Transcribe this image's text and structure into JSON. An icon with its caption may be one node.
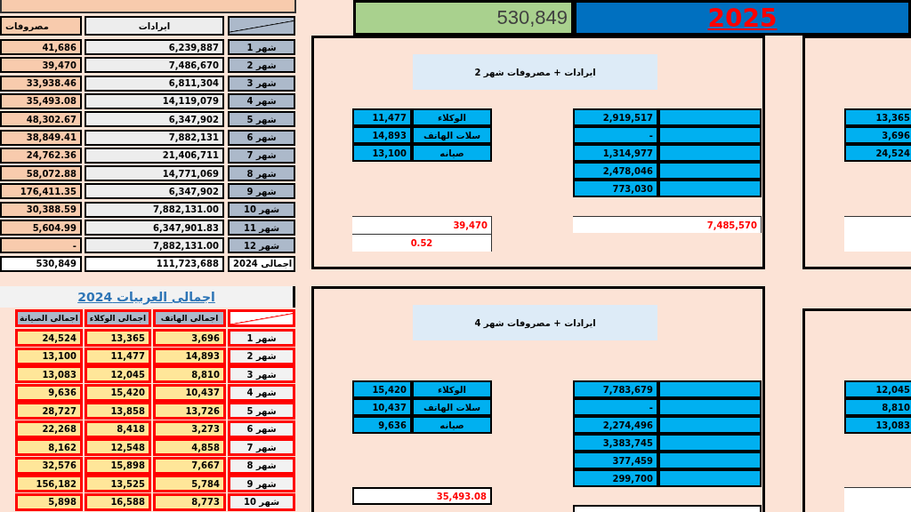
{
  "diagram": {
    "labels": [
      "530,849",
      "2025",
      "ايرادات",
      "مصروفات",
      "شهر 1",
      "6,239,887",
      "41,686",
      "شهر 2",
      "7,486,670",
      "39,470",
      "شهر 3",
      "6,811,304",
      "33,938.46",
      "شهر 4",
      "14,119,079",
      "35,493.08",
      "شهر 5",
      "6,347,902",
      "48,302.67",
      "شهر 6",
      "7,882,131",
      "38,849.41",
      "شهر 7",
      "21,406,711",
      "24,762.36",
      "شهر 8",
      "14,771,069",
      "58,072.88",
      "شهر 9",
      "6,347,902",
      "176,411.35",
      "شهر 10",
      "7,882,131.00",
      "30,388.59",
      "شهر 11",
      "6,347,901.83",
      "5,604.99",
      "شهر 12",
      "7,882,131.00",
      "-",
      "اجمالى 2024",
      "111,723,688",
      "530,849",
      "اجمالى العربيات 2024",
      "اجمالى الهاتف",
      "اجمالى الوكلاء",
      "اجمالى الصيانة",
      "شهر 1",
      "3,696",
      "13,365",
      "24,524",
      "شهر 2",
      "14,893",
      "11,477",
      "13,100",
      "شهر 3",
      "8,810",
      "12,045",
      "13,083",
      "شهر 4",
      "10,437",
      "15,420",
      "9,636",
      "شهر 5",
      "13,726",
      "13,858",
      "28,727",
      "شهر 6",
      "3,273",
      "8,418",
      "22,268",
      "شهر 7",
      "4,858",
      "12,548",
      "8,162",
      "شهر 8",
      "7,667",
      "15,898",
      "32,576",
      "شهر 9",
      "5,784",
      "13,525",
      "156,182",
      "شهر 10",
      "8,773",
      "16,588",
      "5,898",
      "ايرادات + مصروفات شهر 2",
      "الوكلاء",
      "11,477",
      "سلات الهاتف",
      "14,893",
      "صيانه",
      "13,100",
      "2,919,517",
      "-",
      "1,314,977",
      "2,478,046",
      "773,030",
      "39,470",
      "0.52",
      "7,485,570",
      "ايرادات + مصروفات شهر 4",
      "الوكلاء",
      "15,420",
      "سلات الهاتف",
      "10,437",
      "صيانه",
      "9,636",
      "7,783,679",
      "-",
      "2,274,496",
      "3,383,745",
      "377,459",
      "299,700",
      "35,493.08",
      "13,365",
      "3,696",
      "24,524",
      "12,045",
      "8,810",
      "13,083"
    ]
  }
}
